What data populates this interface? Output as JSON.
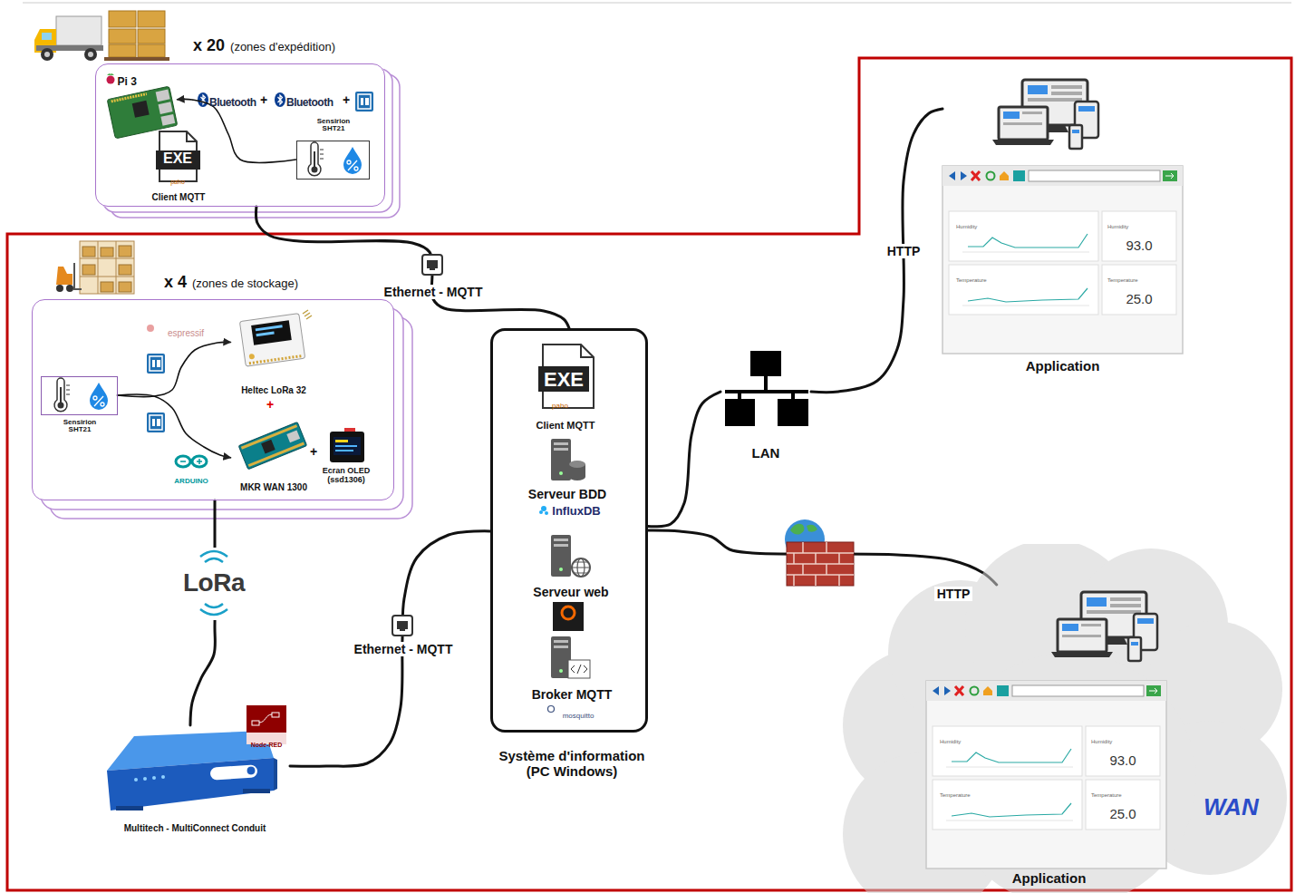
{
  "diagram": {
    "nodes": [
      {
        "text": [
          "x 20",
          "(zones d'expédition)"
        ]
      },
      {
        "text": [
          "Pi 3"
        ],
        "in": 0
      },
      {
        "text": [
          "Sensirion SHT21"
        ],
        "in": 0
      },
      {
        "text": [
          "x 4",
          "(zones de stockage)"
        ]
      },
      {
        "text": [
          "Sensirion SHT21"
        ],
        "in": 3
      },
      {
        "text": [
          "Heltec LoRa 32"
        ],
        "in": 3
      },
      {
        "text": [
          "MKR WAN 1300"
        ],
        "in": 3
      },
      {
        "text": [
          "Système d'information (PC Windows)"
        ]
      },
      {
        "text": [
          "LAN"
        ]
      },
      {
        "text": [
          "Application"
        ]
      },
      {
        "text": [
          "Multitech - MultiConnect Conduit"
        ]
      },
      {
        "text": [
          "WAN"
        ]
      },
      {
        "text": [
          "Application"
        ],
        "in": 11
      }
    ],
    "edges": [
      {
        "from": 2,
        "to": 1,
        "arrow": "to"
      },
      {
        "from": 4,
        "to": 5,
        "arrow": "to"
      },
      {
        "from": 4,
        "to": 6,
        "arrow": "to"
      },
      {
        "from": 0,
        "to": 7,
        "label": "Ethernet - MQTT",
        "arrow": "none"
      },
      {
        "from": 3,
        "to": 10,
        "label": "LoRa",
        "arrow": "none"
      },
      {
        "from": 10,
        "to": 7,
        "label": "Ethernet - MQTT",
        "arrow": "none"
      },
      {
        "from": 7,
        "to": 8,
        "arrow": "none"
      },
      {
        "from": 8,
        "to": 9,
        "label": "HTTP",
        "arrow": "none"
      },
      {
        "from": 7,
        "to": 12,
        "label": "HTTP",
        "arrow": "none"
      }
    ],
    "labels": [
      "Bluetooth",
      "+",
      "Bluetooth",
      "+",
      "EXE",
      "paho",
      "Client MQTT",
      "espressif",
      "+",
      "+",
      "Ecran OLED (ssd1306)",
      "ARDUINO",
      "Node-RED",
      "EXE",
      "paho",
      "Client MQTT",
      "Serveur BDD",
      "InfluxDB",
      "Serveur web",
      "Grafana",
      "Broker MQTT",
      "mosquitto",
      "Humidity",
      "Humidity",
      "93.0",
      "Temperature",
      "Temperature",
      "25.0",
      "Humidity",
      "Humidity",
      "93.0",
      "Temperature",
      "Temperature",
      "25.0"
    ]
  }
}
